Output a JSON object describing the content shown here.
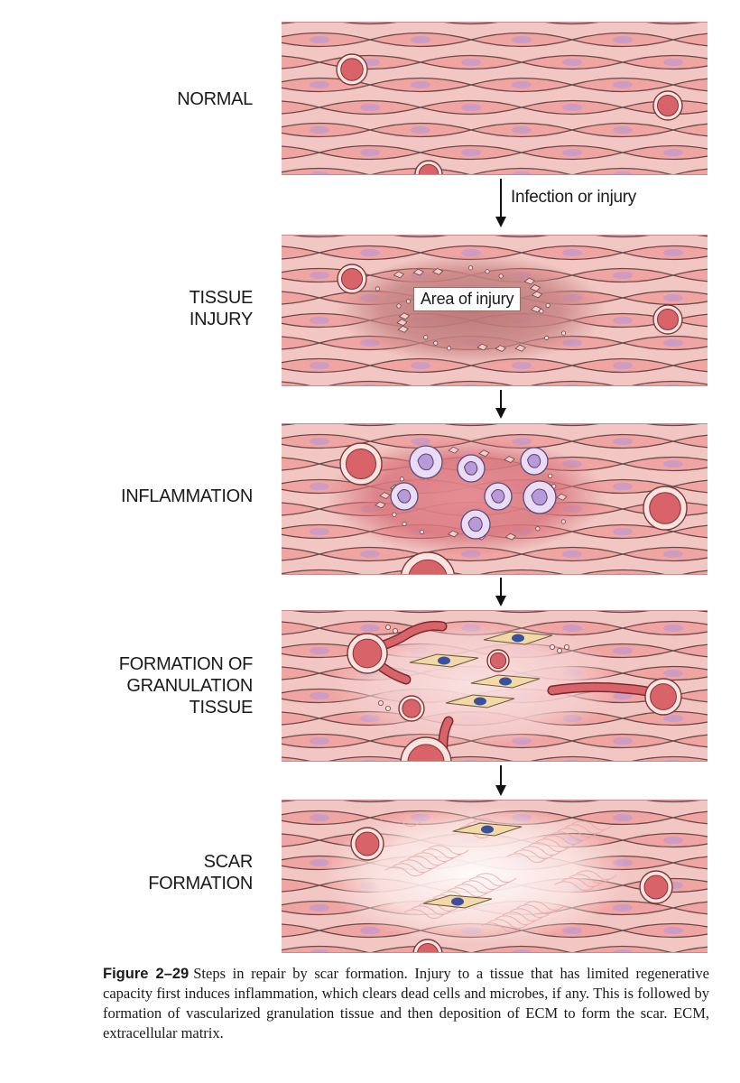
{
  "stages": [
    {
      "label_lines": [
        "NORMAL"
      ]
    },
    {
      "label_lines": [
        "TISSUE",
        "INJURY"
      ]
    },
    {
      "label_lines": [
        "INFLAMMATION"
      ]
    },
    {
      "label_lines": [
        "FORMATION OF",
        "GRANULATION",
        "TISSUE"
      ]
    },
    {
      "label_lines": [
        "SCAR",
        "FORMATION"
      ]
    }
  ],
  "arrow_label": "Infection or injury",
  "injury_callout": "Area of injury",
  "caption": {
    "figure_number": "Figure 2–29",
    "text": "Steps in repair by scar formation. Injury to a tissue that has limited regenerative capacity first induces inflammation, which clears dead cells and microbes, if any. This is followed by formation of vascularized granulation tissue and then deposition of ECM to form the scar. ECM, extracellular matrix."
  },
  "colors": {
    "tissue_bg": "#f2c6c3",
    "cell_fill": "#f0a5a3",
    "cell_outline": "#6b4848",
    "nucleus": "#c69ac9",
    "vessel": "#d8646a",
    "leukocyte": "#b89ad8",
    "fibroblast": "#f3d9a6",
    "injury_zone": "#c98585",
    "scar_matrix": "#fbe6e3"
  }
}
